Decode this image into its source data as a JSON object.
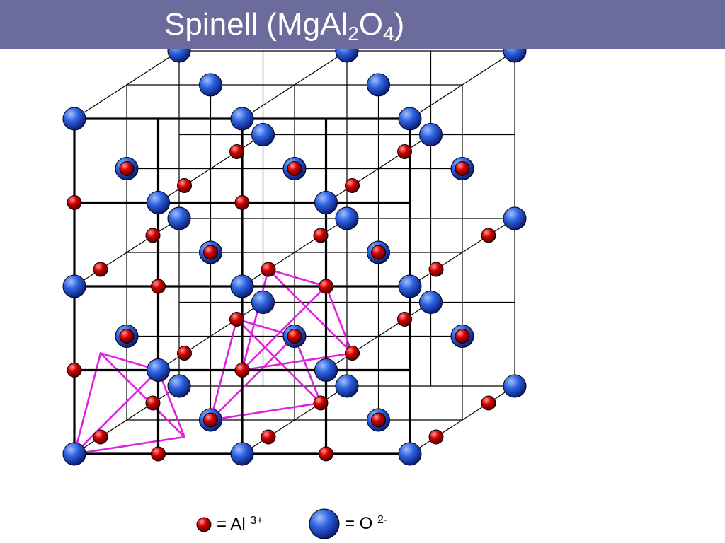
{
  "header": {
    "title_main": "Spinell (MgAl",
    "title_sub1": "2",
    "title_mid": "O",
    "title_sub2": "4",
    "title_end": ")",
    "background_color": "#6b6b9c"
  },
  "diagram": {
    "grid_count": 4,
    "colors": {
      "oxygen_fill": "#2b5bd6",
      "aluminium_fill": "#d40000",
      "edge_color": "#000000",
      "polyhedron_color": "#e020e0"
    },
    "tetrahedra": [
      [
        [
          0,
          0,
          0
        ],
        [
          1,
          1,
          0
        ],
        [
          1,
          0,
          1
        ],
        [
          0,
          1,
          1
        ]
      ],
      [
        [
          2,
          1,
          0
        ],
        [
          3,
          2,
          0
        ],
        [
          3,
          1,
          1
        ],
        [
          2,
          2,
          1
        ]
      ],
      [
        [
          1,
          0,
          2
        ],
        [
          2,
          1,
          2
        ],
        [
          2,
          0,
          3
        ],
        [
          1,
          1,
          3
        ]
      ]
    ],
    "aluminium_sites": [
      [
        1,
        0,
        0
      ],
      [
        3,
        0,
        0
      ],
      [
        0,
        1,
        0
      ],
      [
        2,
        1,
        0
      ],
      [
        1,
        2,
        0
      ],
      [
        3,
        2,
        0
      ],
      [
        0,
        3,
        0
      ],
      [
        2,
        3,
        0
      ],
      [
        0,
        0,
        1
      ],
      [
        2,
        0,
        1
      ],
      [
        4,
        0,
        1
      ],
      [
        1,
        1,
        1
      ],
      [
        3,
        1,
        1
      ],
      [
        0,
        2,
        1
      ],
      [
        2,
        2,
        1
      ],
      [
        4,
        2,
        1
      ],
      [
        1,
        3,
        1
      ],
      [
        3,
        3,
        1
      ],
      [
        1,
        0,
        2
      ],
      [
        3,
        0,
        2
      ],
      [
        0,
        1,
        2
      ],
      [
        2,
        1,
        2
      ],
      [
        4,
        1,
        2
      ],
      [
        1,
        2,
        2
      ],
      [
        3,
        2,
        2
      ],
      [
        0,
        3,
        2
      ],
      [
        2,
        3,
        2
      ],
      [
        4,
        3,
        2
      ],
      [
        0,
        0,
        3
      ],
      [
        2,
        0,
        3
      ],
      [
        4,
        0,
        3
      ],
      [
        1,
        1,
        3
      ],
      [
        3,
        1,
        3
      ],
      [
        0,
        2,
        3
      ],
      [
        2,
        2,
        3
      ],
      [
        4,
        2,
        3
      ],
      [
        1,
        3,
        3
      ],
      [
        3,
        3,
        3
      ]
    ]
  },
  "legend": [
    {
      "id": "al",
      "label": "= Al",
      "charge": "3+",
      "swatch": "aluminium"
    },
    {
      "id": "o",
      "label": "= O",
      "charge": "2-",
      "swatch": "oxygen"
    }
  ]
}
